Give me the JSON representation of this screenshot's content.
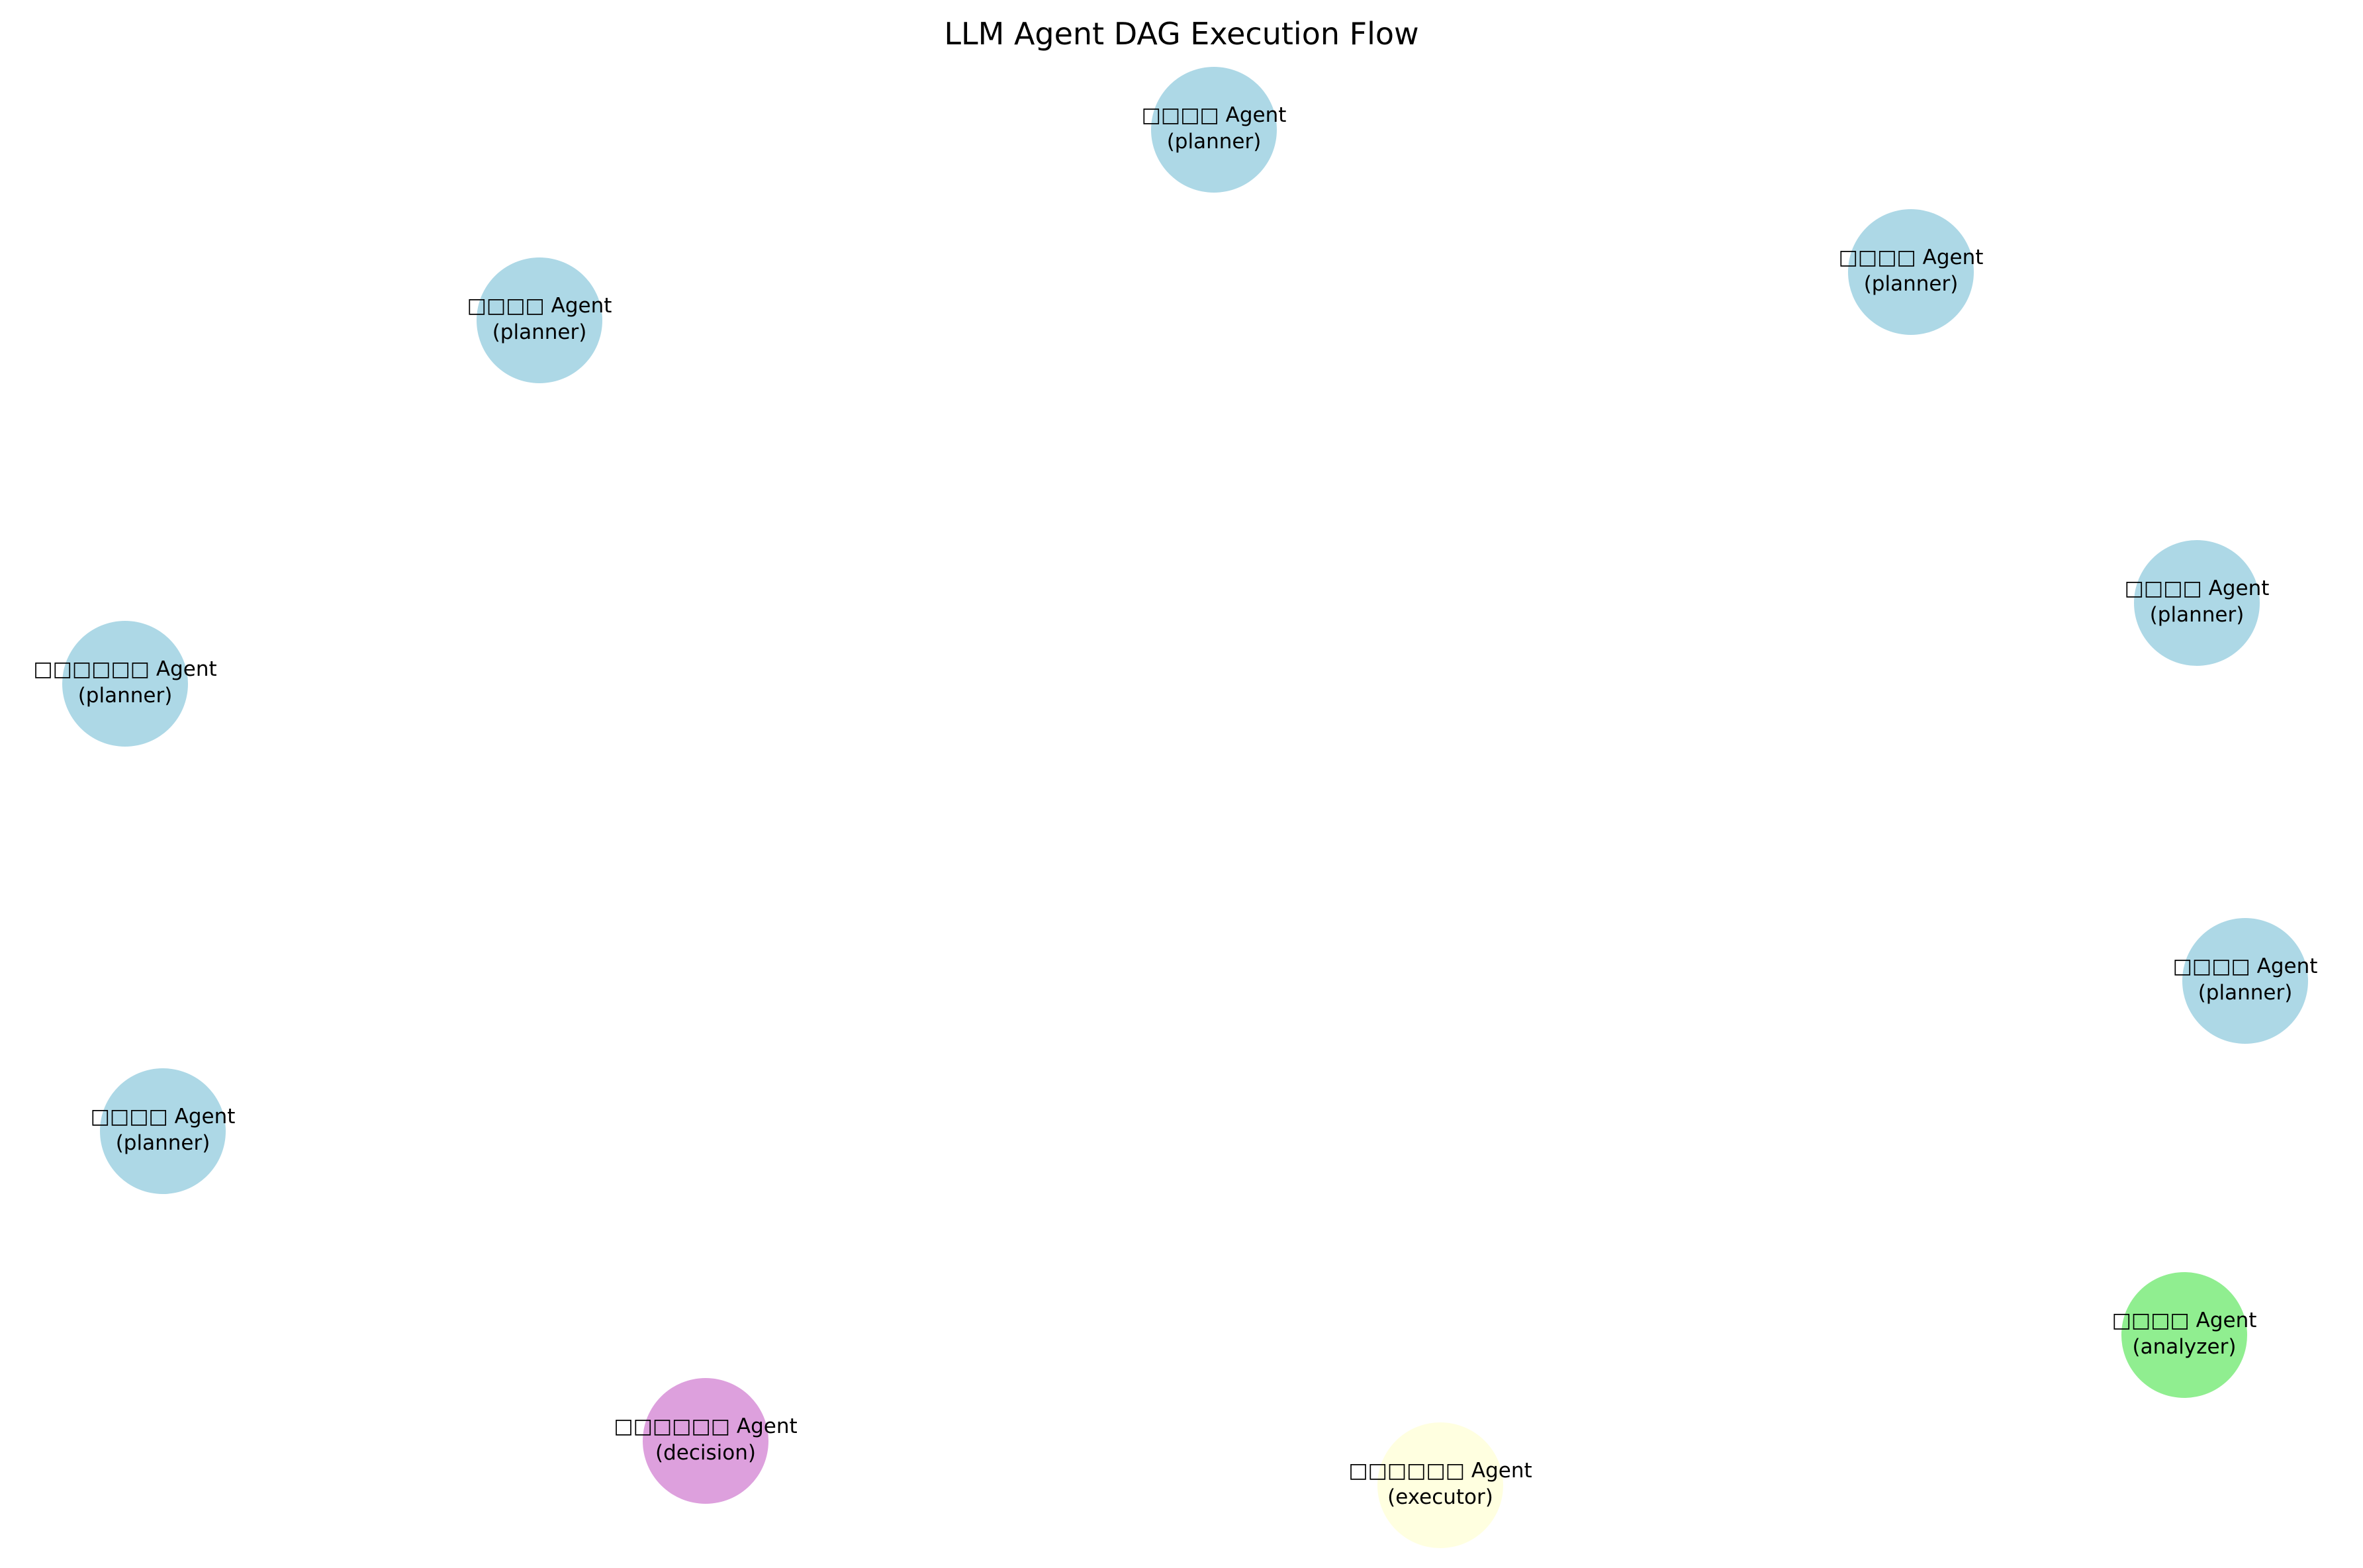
{
  "title": "LLM Agent DAG Execution Flow",
  "colors": {
    "planner": "#add8e6",
    "analyzer": "#90ee90",
    "decision": "#dda0dd",
    "executor": "#ffffe0"
  },
  "nodes": [
    {
      "id": "n1",
      "name": "□□□□ Agent",
      "role": "(planner)",
      "type": "planner"
    },
    {
      "id": "n2",
      "name": "□□□□ Agent",
      "role": "(planner)",
      "type": "planner"
    },
    {
      "id": "n3",
      "name": "□□□□ Agent",
      "role": "(planner)",
      "type": "planner"
    },
    {
      "id": "n4",
      "name": "□□□□ Agent",
      "role": "(planner)",
      "type": "planner"
    },
    {
      "id": "n5",
      "name": "□□□□□□ Agent",
      "role": "(planner)",
      "type": "planner"
    },
    {
      "id": "n6",
      "name": "□□□□ Agent",
      "role": "(planner)",
      "type": "planner"
    },
    {
      "id": "n7",
      "name": "□□□□ Agent",
      "role": "(planner)",
      "type": "planner"
    },
    {
      "id": "n8",
      "name": "□□□□ Agent",
      "role": "(analyzer)",
      "type": "analyzer"
    },
    {
      "id": "n9",
      "name": "□□□□□□ Agent",
      "role": "(decision)",
      "type": "decision"
    },
    {
      "id": "n10",
      "name": "□□□□□□ Agent",
      "role": "(executor)",
      "type": "executor"
    }
  ]
}
